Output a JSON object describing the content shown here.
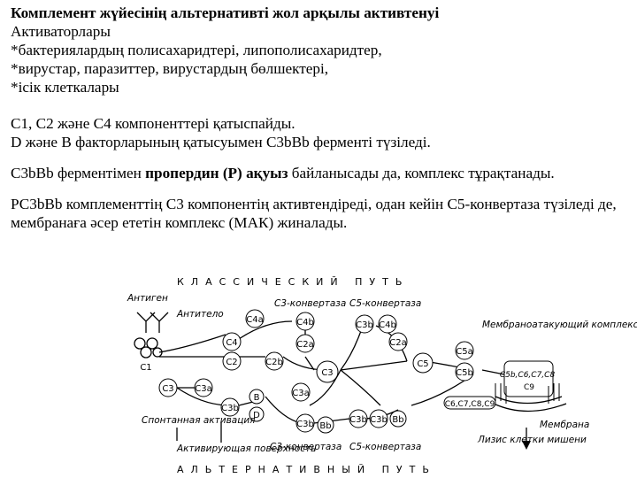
{
  "text": {
    "title": "Комплемент жүйесінің альтернативті жол арқылы активтенуі",
    "activators_heading": "Активаторлары",
    "activator_1": "*бактериялардың полисахаридтері, липополисахаридтер,",
    "activator_2": "*вирустар, паразиттер, вирустардың бөлшектері,",
    "activator_3": "*ісік клеткалары",
    "p1_line1": "С1, С2 және С4 компоненттері қатыспайды.",
    "p1_line2": "D және  В  факторларының қатысуымен С3bBb  ферменті түзіледі.",
    "p2_prefix": "С3bBb ферментімен ",
    "p2_bold": "пропердин (Р) ақуыз",
    "p2_suffix": " байланысады да, комплекс тұрақтанады.",
    "p3": "РС3bBb комплементтің С3 компонентің активтендіреді, одан кейін  С5-конвертаза түзіледі де, мембранаға әсер ететін комплекс (МАК) жиналады."
  },
  "diagram": {
    "classic_path": "КЛАССИЧЕСКИЙ ПУТЬ",
    "alternative_path": "АЛЬТЕРНАТИВНЫЙ ПУТЬ",
    "antigen": "Антиген",
    "antibody": "Антитело",
    "c3_convertase_top": "С3-конвертаза",
    "c5_convertase_top": "С5-конвертаза",
    "c3_convertase_bottom": "С3-конвертаза",
    "c5_convertase_bottom": "С5-конвертаза",
    "mac": "Мембраноатакующий комплекс",
    "membrane": "Мембрана",
    "spontaneous": "Спонтанная активация",
    "activating_surface": "Активирующая поверхность",
    "lysis": "Лизис клетки мишени",
    "mac_components": "С5b,С6,С7,С8",
    "c9_label": "С9",
    "c6_c9": "С6,С7,С8,С9",
    "nodes": {
      "c1": "С1",
      "c4": "С4",
      "c4a": "С4а",
      "c4b": "С4b",
      "c2": "С2",
      "c2b": "С2b",
      "c2a_top": "С2а",
      "c3": "С3",
      "c3a_mid": "С3а",
      "c3b_top": "С3b",
      "c4b_2": "С4b",
      "c2a_right": "С2а",
      "c5": "С5",
      "c5a": "С5а",
      "c5b": "С5b",
      "c3_left": "С3",
      "c3a_left": "С3а",
      "c3b_low": "С3b",
      "b": "B",
      "d": "D",
      "c3b_ba": "С3b",
      "bb": "Bb",
      "c3b_right1": "С3b",
      "c3b_right2": "С3b",
      "bb2": "Bb"
    }
  }
}
